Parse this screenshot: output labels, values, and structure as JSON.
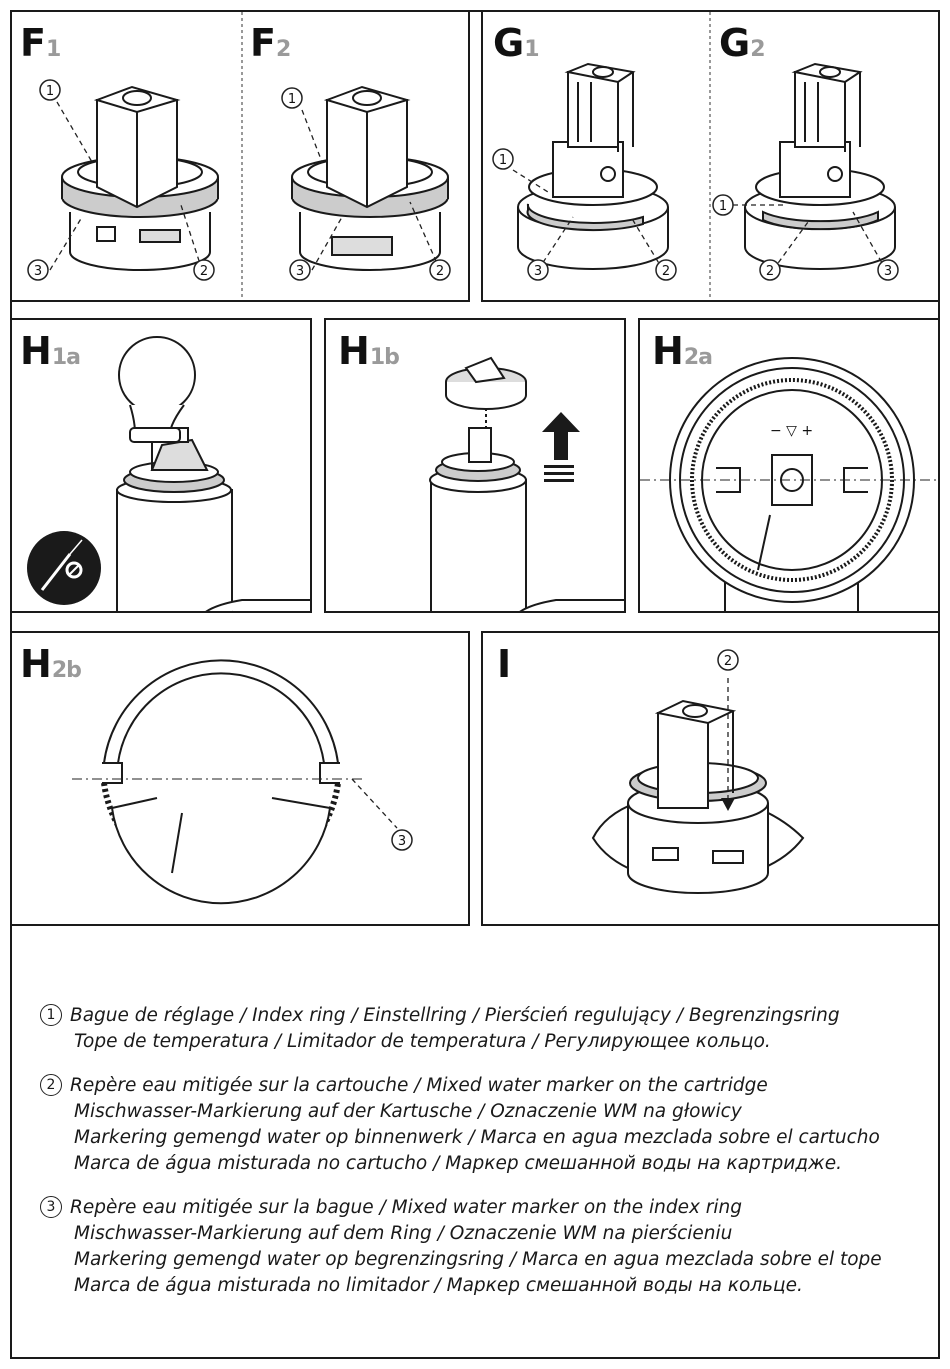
{
  "panels": {
    "f1": {
      "letter": "F",
      "sub": "1"
    },
    "f2": {
      "letter": "F",
      "sub": "2"
    },
    "g1": {
      "letter": "G",
      "sub": "1"
    },
    "g2": {
      "letter": "G",
      "sub": "2"
    },
    "h1a": {
      "letter": "H",
      "sub": "1a"
    },
    "h1b": {
      "letter": "H",
      "sub": "1b"
    },
    "h2a": {
      "letter": "H",
      "sub": "2a"
    },
    "h2b": {
      "letter": "H",
      "sub": "2b"
    },
    "i": {
      "letter": "I",
      "sub": ""
    }
  },
  "callouts": {
    "one": "1",
    "two": "2",
    "three": "3"
  },
  "legend": [
    {
      "num": "1",
      "lines": [
        "Bague de réglage / Index ring / Einstellring / Pierścień regulujący / Begrenzingsring",
        "Tope de temperatura / Limitador de temperatura / Регулирующее кольцо."
      ]
    },
    {
      "num": "2",
      "lines": [
        "Repère eau mitigée sur la cartouche / Mixed water marker on the cartridge",
        "Mischwasser-Markierung auf der Kartusche / Oznaczenie WM na głowicy",
        "Markering gemengd water op binnenwerk / Marca en agua mezclada sobre el cartucho",
        "Marca de água misturada no cartucho / Маркер смешанной воды на картридже."
      ]
    },
    {
      "num": "3",
      "lines": [
        "Repère eau mitigée sur la bague / Mixed water marker on the index ring",
        "Mischwasser-Markierung auf dem Ring / Oznaczenie WM na pierścieniu",
        "Markering gemengd water op begrenzingsring / Marca en agua mezclada sobre el tope",
        "Marca de água misturada no limitador / Маркер смешанной воды на кольце."
      ]
    }
  ],
  "colors": {
    "line": "#1a1a1a",
    "sub_label": "#9a9a9a",
    "ring_grey": "#bdbdbd",
    "badge": "#1a1a1a"
  }
}
